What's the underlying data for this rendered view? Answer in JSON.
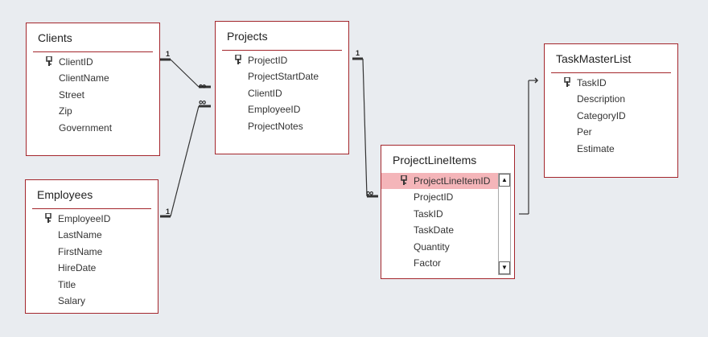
{
  "tables": {
    "clients": {
      "title": "Clients",
      "fields": [
        "ClientID",
        "ClientName",
        "Street",
        "Zip",
        "Government"
      ],
      "key_field": "ClientID"
    },
    "employees": {
      "title": "Employees",
      "fields": [
        "EmployeeID",
        "LastName",
        "FirstName",
        "HireDate",
        "Title",
        "Salary"
      ],
      "key_field": "EmployeeID"
    },
    "projects": {
      "title": "Projects",
      "fields": [
        "ProjectID",
        "ProjectStartDate",
        "ClientID",
        "EmployeeID",
        "ProjectNotes"
      ],
      "key_field": "ProjectID"
    },
    "project_line_items": {
      "title": "ProjectLineItems",
      "fields": [
        "ProjectLineItemID",
        "ProjectID",
        "TaskID",
        "TaskDate",
        "Quantity",
        "Factor"
      ],
      "key_field": "ProjectLineItemID",
      "selected_field": "ProjectLineItemID"
    },
    "task_master_list": {
      "title": "TaskMasterList",
      "fields": [
        "TaskID",
        "Description",
        "CategoryID",
        "Per",
        "Estimate"
      ],
      "key_field": "TaskID"
    }
  },
  "relationships": {
    "one_label": "1",
    "many_label": "∞"
  },
  "icons": {
    "key": "key-icon",
    "scroll_up": "scroll-up-arrow-icon",
    "scroll_down": "scroll-down-arrow-icon"
  },
  "colors": {
    "canvas": "#e9ecf0",
    "table_border": "#a4262c",
    "selected_row": "#f4b5b9",
    "line": "#333333"
  }
}
